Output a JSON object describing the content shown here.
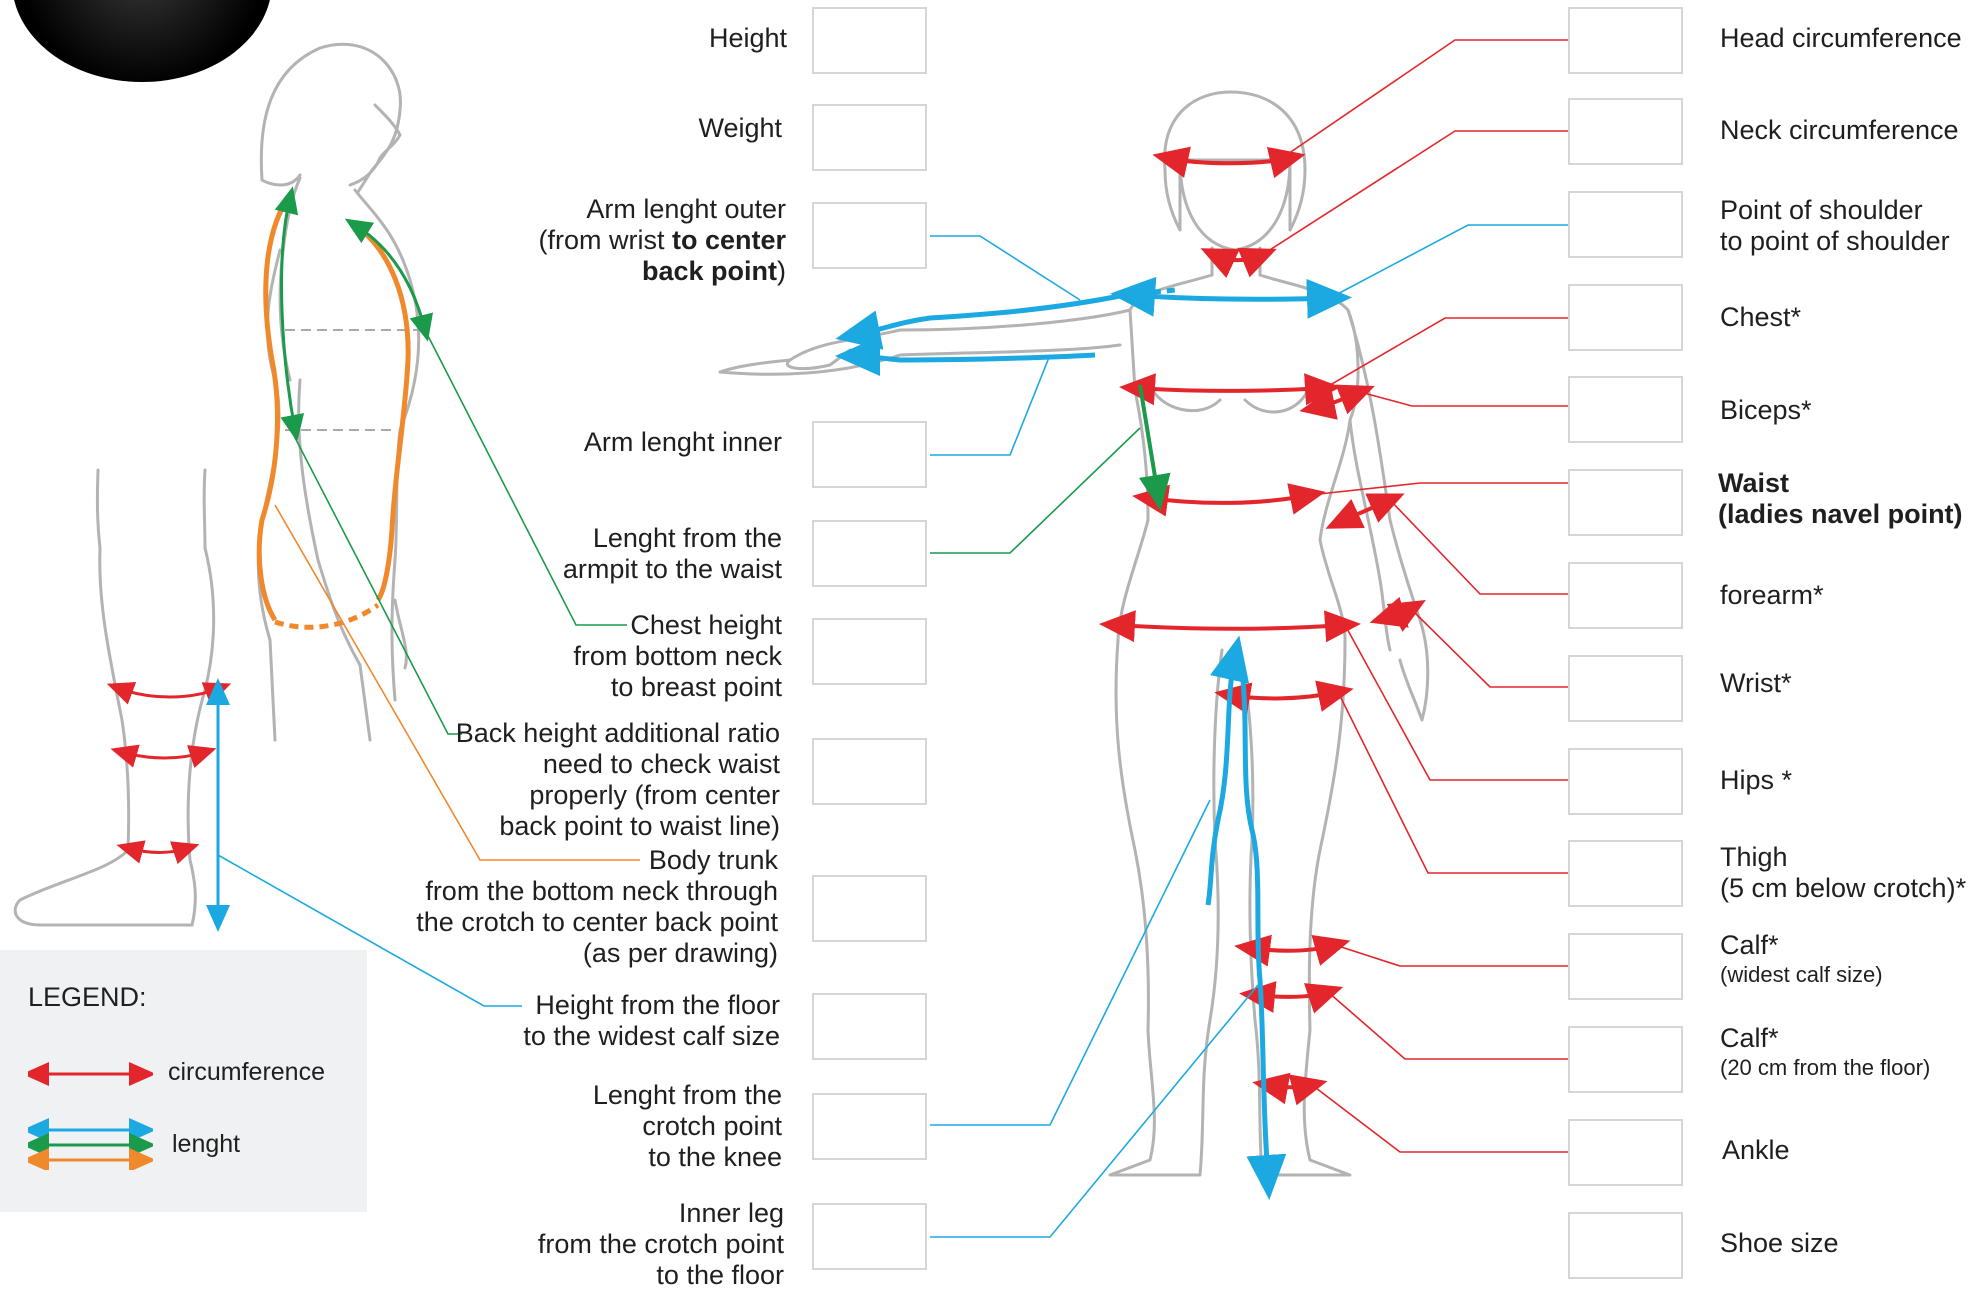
{
  "left_labels": [
    {
      "id": "height",
      "lines": [
        "Height"
      ]
    },
    {
      "id": "weight",
      "lines": [
        "Weight"
      ]
    },
    {
      "id": "arm-outer",
      "lines": [
        "Arm lenght outer",
        "(from wrist ",
        "back point)"
      ],
      "bold": "to center"
    },
    {
      "id": "arm-inner",
      "lines": [
        "Arm lenght inner"
      ]
    },
    {
      "id": "armpit-waist",
      "lines": [
        "Lenght from the",
        "armpit to the waist"
      ]
    },
    {
      "id": "chest-height",
      "lines": [
        "Chest height",
        "from bottom neck",
        "to breast point"
      ]
    },
    {
      "id": "back-height",
      "lines": [
        "Back height additional ratio",
        "need to check waist",
        "properly (from center",
        "back point to waist line)"
      ]
    },
    {
      "id": "body-trunk",
      "lines": [
        "Body trunk",
        "from the bottom neck through",
        "the crotch to center back point",
        "(as per drawing)"
      ]
    },
    {
      "id": "calf-height",
      "lines": [
        "Height from the floor",
        "to the widest calf size"
      ]
    },
    {
      "id": "crotch-knee",
      "lines": [
        "Lenght from the",
        "crotch point",
        "to the knee"
      ]
    },
    {
      "id": "inner-leg",
      "lines": [
        "Inner leg",
        "from the crotch point",
        "to the floor"
      ]
    }
  ],
  "right_labels": [
    {
      "id": "head",
      "lines": [
        "Head circumference"
      ]
    },
    {
      "id": "neck",
      "lines": [
        "Neck circumference"
      ]
    },
    {
      "id": "shoulder",
      "lines": [
        "Point of shoulder",
        "to point of shoulder"
      ]
    },
    {
      "id": "chest",
      "lines": [
        "Chest*"
      ]
    },
    {
      "id": "biceps",
      "lines": [
        "Biceps*"
      ]
    },
    {
      "id": "waist",
      "lines": [
        "Waist",
        "(ladies navel point)"
      ]
    },
    {
      "id": "forearm",
      "lines": [
        "forearm*"
      ]
    },
    {
      "id": "wrist",
      "lines": [
        "Wrist*"
      ]
    },
    {
      "id": "hips",
      "lines": [
        "Hips *"
      ]
    },
    {
      "id": "thigh",
      "lines": [
        "Thigh",
        "(5 cm below crotch)*"
      ]
    },
    {
      "id": "calf-wide",
      "lines": [
        "Calf*",
        "(widest calf size)"
      ]
    },
    {
      "id": "calf-20",
      "lines": [
        "Calf*",
        "(20 cm from the floor)"
      ]
    },
    {
      "id": "ankle",
      "lines": [
        "Ankle"
      ]
    },
    {
      "id": "shoe",
      "lines": [
        "Shoe size"
      ]
    }
  ],
  "legend": {
    "title": "LEGEND:",
    "circumference": "circumference",
    "length": "lenght"
  },
  "colors": {
    "circumference": "#e3262b",
    "length_blue": "#1ca9e1",
    "length_green": "#1a9a4a",
    "length_orange": "#f0882c",
    "outline": "#a9a9a9",
    "box_border": "#d6d6d6",
    "legend_bg": "#f0f1f2"
  }
}
